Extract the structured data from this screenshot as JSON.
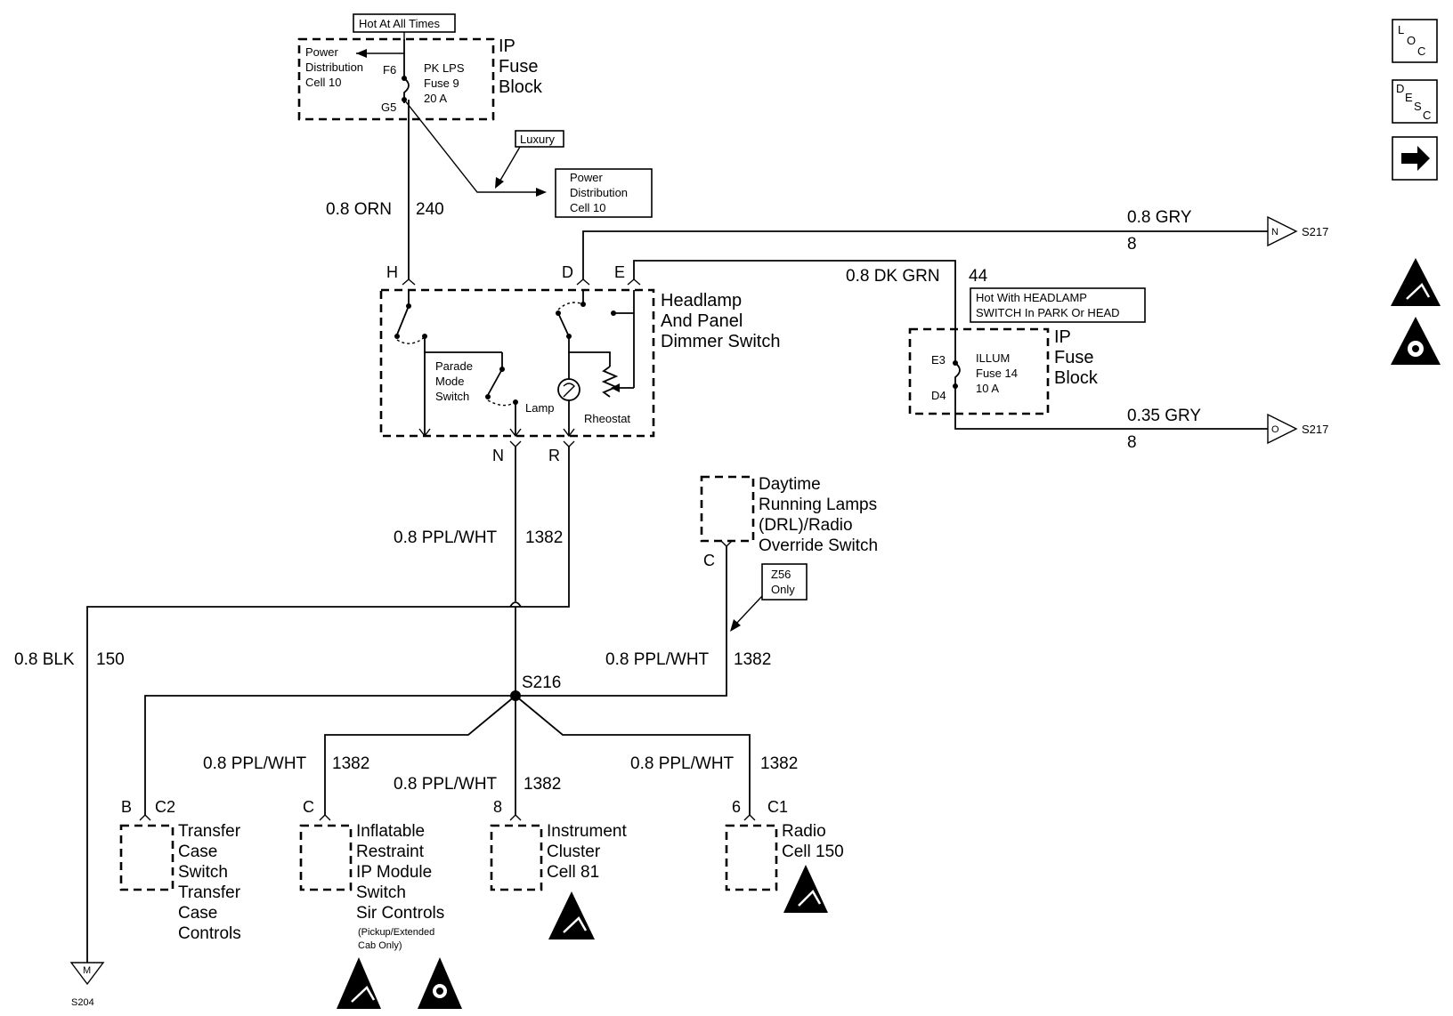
{
  "fuse_block_top": {
    "hot_label": "Hot At All Times",
    "power_dist": [
      "Power",
      "Distribution",
      "Cell 10"
    ],
    "pin_in": "F6",
    "pin_out": "G5",
    "fuse": [
      "PK LPS",
      "Fuse 9",
      "20 A"
    ],
    "title": [
      "IP",
      "Fuse",
      "Block"
    ],
    "luxury_label": "Luxury",
    "power_dist_box": [
      "Power",
      "Distribution",
      "Cell 10"
    ]
  },
  "wires": {
    "orn": {
      "gauge": "0.8 ORN",
      "circuit": "240"
    },
    "gry_top": {
      "gauge": "0.8 GRY",
      "circuit": "8",
      "connector": "N",
      "splice": "S217"
    },
    "dkgrn": {
      "gauge": "0.8 DK GRN",
      "circuit": "44"
    },
    "gry_bottom": {
      "gauge": "0.35 GRY",
      "circuit": "8",
      "connector": "O",
      "splice": "S217"
    },
    "pplwht_main": {
      "gauge": "0.8 PPL/WHT",
      "circuit": "1382"
    },
    "blk": {
      "gauge": "0.8 BLK",
      "circuit": "150",
      "connector": "M",
      "splice": "S204"
    },
    "pplwht_drl": {
      "gauge": "0.8 PPL/WHT",
      "circuit": "1382"
    },
    "pplwht_ir": {
      "gauge": "0.8 PPL/WHT",
      "circuit": "1382"
    },
    "pplwht_ic": {
      "gauge": "0.8 PPL/WHT",
      "circuit": "1382"
    },
    "pplwht_radio": {
      "gauge": "0.8 PPL/WHT",
      "circuit": "1382"
    }
  },
  "switch": {
    "pins": {
      "h": "H",
      "d": "D",
      "e": "E",
      "n": "N",
      "r": "R"
    },
    "title": [
      "Headlamp",
      "And Panel",
      "Dimmer Switch"
    ],
    "parade": [
      "Parade",
      "Mode",
      "Switch"
    ],
    "lamp": "Lamp",
    "rheostat": "Rheostat"
  },
  "fuse_block_right": {
    "hot_label": [
      "Hot With HEADLAMP",
      "SWITCH In PARK Or HEAD"
    ],
    "pin_in": "E3",
    "pin_out": "D4",
    "fuse": [
      "ILLUM",
      "Fuse 14",
      "10 A"
    ],
    "title": [
      "IP",
      "Fuse",
      "Block"
    ]
  },
  "drl": {
    "title": [
      "Daytime",
      "Running Lamps",
      "(DRL)/Radio",
      "Override Switch"
    ],
    "pin": "C",
    "note": [
      "Z56",
      "Only"
    ]
  },
  "splice_main": "S216",
  "loads": {
    "transfer": {
      "pin": "B",
      "conn": "C2",
      "lines": [
        "Transfer",
        "Case",
        "Switch",
        "Transfer",
        "Case",
        "Controls"
      ]
    },
    "restraint": {
      "pin": "C",
      "lines": [
        "Inflatable",
        "Restraint",
        "IP Module",
        "Switch",
        "Sir Controls"
      ],
      "note": [
        "(Pickup/Extended",
        "Cab Only)"
      ]
    },
    "cluster": {
      "pin": "8",
      "lines": [
        "Instrument",
        "Cluster",
        "Cell 81"
      ]
    },
    "radio": {
      "pin": "6",
      "conn": "C1",
      "lines": [
        "Radio",
        "Cell 150"
      ]
    }
  },
  "nav": {
    "loc_letters": [
      "L",
      "O",
      "C"
    ],
    "desc_letters": [
      "D",
      "E",
      "S",
      "C"
    ]
  }
}
